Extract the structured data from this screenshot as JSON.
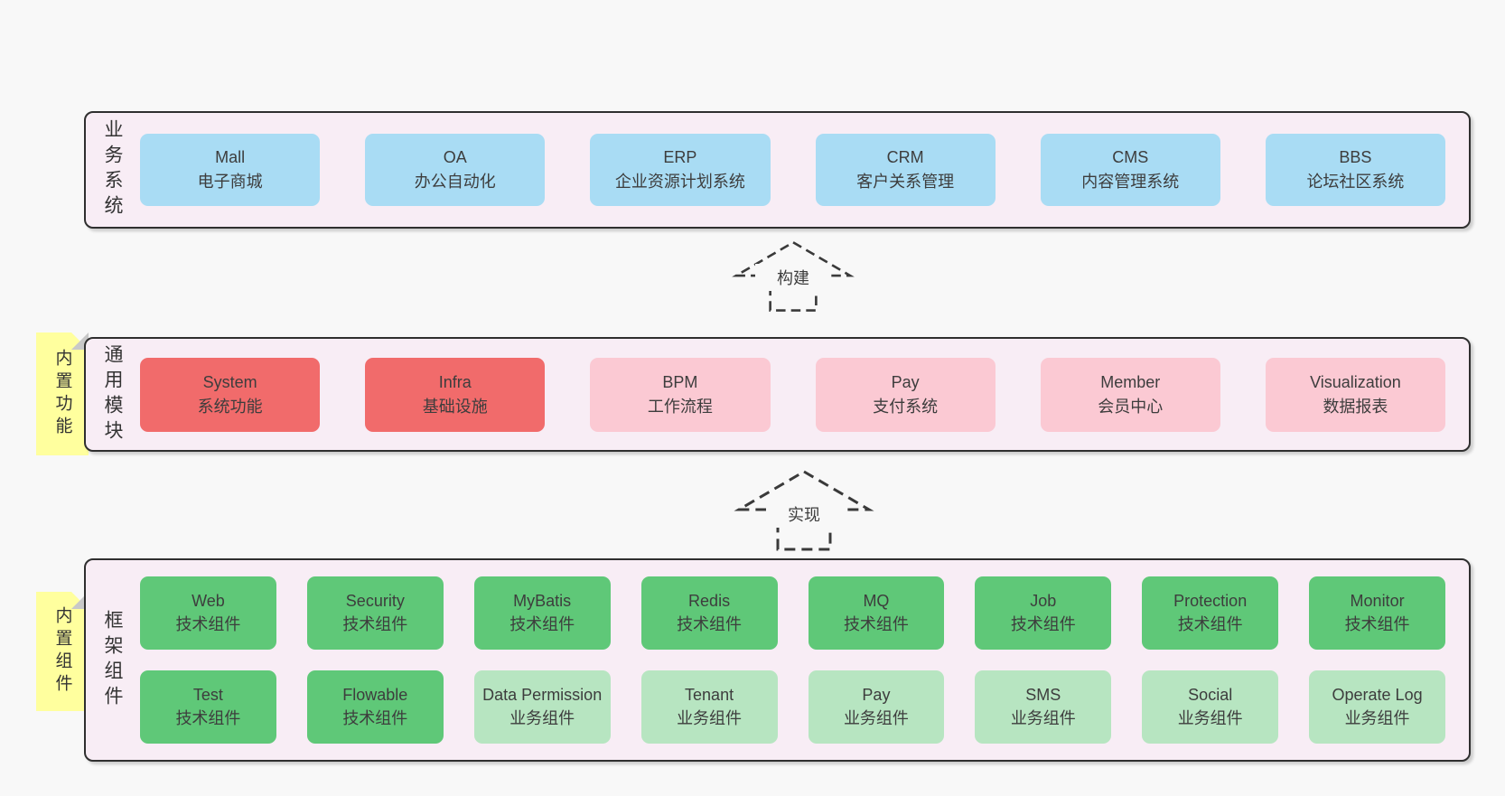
{
  "diagram": {
    "colors": {
      "page_bg": "#f8f8f8",
      "container_bg": "#f8edf5",
      "container_border": "#2f2f2f",
      "box_blue": "#a9dcf4",
      "box_red": "#f16b6b",
      "box_pink": "#fbc9d3",
      "box_green": "#5fc878",
      "box_light_green": "#b7e5c1",
      "note_yellow": "#ffff9e",
      "text": "#3d3d3d"
    },
    "top_section": {
      "label": "业务系统",
      "boxes": [
        {
          "name": "Mall",
          "desc": "电子商城"
        },
        {
          "name": "OA",
          "desc": "办公自动化"
        },
        {
          "name": "ERP",
          "desc": "企业资源计划系统"
        },
        {
          "name": "CRM",
          "desc": "客户关系管理"
        },
        {
          "name": "CMS",
          "desc": "内容管理系统"
        },
        {
          "name": "BBS",
          "desc": "论坛社区系统"
        }
      ]
    },
    "arrow_build": {
      "label": "构建"
    },
    "middle_section": {
      "note": "内置功能",
      "label": "通用模块",
      "boxes": [
        {
          "name": "System",
          "desc": "系统功能"
        },
        {
          "name": "Infra",
          "desc": "基础设施"
        },
        {
          "name": "BPM",
          "desc": "工作流程"
        },
        {
          "name": "Pay",
          "desc": "支付系统"
        },
        {
          "name": "Member",
          "desc": "会员中心"
        },
        {
          "name": "Visualization",
          "desc": "数据报表"
        }
      ]
    },
    "arrow_implement": {
      "label": "实现"
    },
    "bottom_section": {
      "note": "内置组件",
      "label": "框架组件",
      "rows": [
        [
          {
            "name": "Web",
            "desc": "技术组件"
          },
          {
            "name": "Security",
            "desc": "技术组件"
          },
          {
            "name": "MyBatis",
            "desc": "技术组件"
          },
          {
            "name": "Redis",
            "desc": "技术组件"
          },
          {
            "name": "MQ",
            "desc": "技术组件"
          },
          {
            "name": "Job",
            "desc": "技术组件"
          },
          {
            "name": "Protection",
            "desc": "技术组件"
          },
          {
            "name": "Monitor",
            "desc": "技术组件"
          }
        ],
        [
          {
            "name": "Test",
            "desc": "技术组件"
          },
          {
            "name": "Flowable",
            "desc": "技术组件"
          },
          {
            "name": "Data Permission",
            "desc": "业务组件"
          },
          {
            "name": "Tenant",
            "desc": "业务组件"
          },
          {
            "name": "Pay",
            "desc": "业务组件"
          },
          {
            "name": "SMS",
            "desc": "业务组件"
          },
          {
            "name": "Social",
            "desc": "业务组件"
          },
          {
            "name": "Operate Log",
            "desc": "业务组件"
          }
        ]
      ]
    }
  }
}
